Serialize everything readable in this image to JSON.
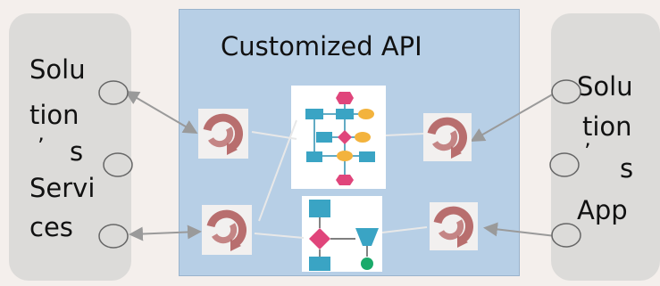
{
  "title": "Customized API",
  "left_label_lines": [
    "Solu",
    "tion",
    "’",
    "s",
    "Servi",
    "ces"
  ],
  "right_label_lines": [
    "Solu",
    "tion",
    "’",
    "s",
    "App"
  ],
  "colors": {
    "panel_gray": "#dcdbd9",
    "api_blue": "#b7cfe6",
    "cycle_icon": "#b86e6e",
    "flow_teal": "#3aa4c4",
    "flow_orange": "#f3b33d",
    "flow_pink": "#e0457b",
    "flow_green": "#1aaa6a"
  },
  "icons": [
    "cycle-icon",
    "flowchart-icon",
    "process-diagram-icon",
    "endpoint-circle-icon"
  ]
}
